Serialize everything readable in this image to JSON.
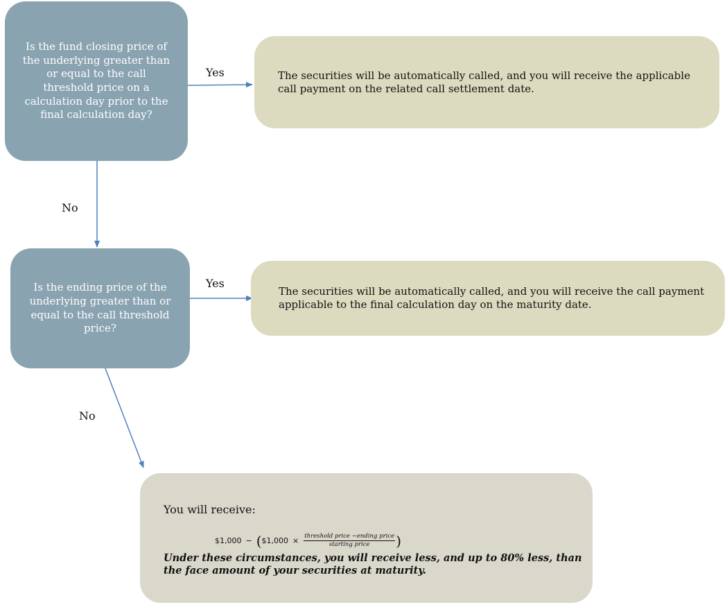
{
  "decisions": {
    "first": "Is the fund closing price of the underlying greater than or equal to the call threshold price on a calculation day prior to the final calculation day?",
    "second": "Is the ending price of the underlying greater than or equal to the call threshold price?"
  },
  "outcomes": {
    "first": "The securities will be automatically called, and you will receive the applicable call payment on the related call settlement date.",
    "second": "The securities will be automatically called, and you will receive the call payment applicable to the final calculation day on the maturity date."
  },
  "final": {
    "label": "You will receive:",
    "formula": {
      "principal": "$1,000",
      "minus": "−",
      "open_paren": "(",
      "inner_principal": "$1,000",
      "times": "×",
      "numerator": "threshold price −ending price",
      "denominator": "starting price",
      "close_paren": ")"
    },
    "note": "Under these circumstances, you will receive less, and up to 80% less, than the face amount of your securities at maturity."
  },
  "labels": {
    "yes_1": "Yes",
    "yes_2": "Yes",
    "no_1": "No",
    "no_2": "No"
  },
  "colors": {
    "decision_fill": "#8aa3b1",
    "outcome_fill": "#dcdbbf",
    "final_fill": "#dad7cb",
    "arrow": "#4f81bd"
  }
}
